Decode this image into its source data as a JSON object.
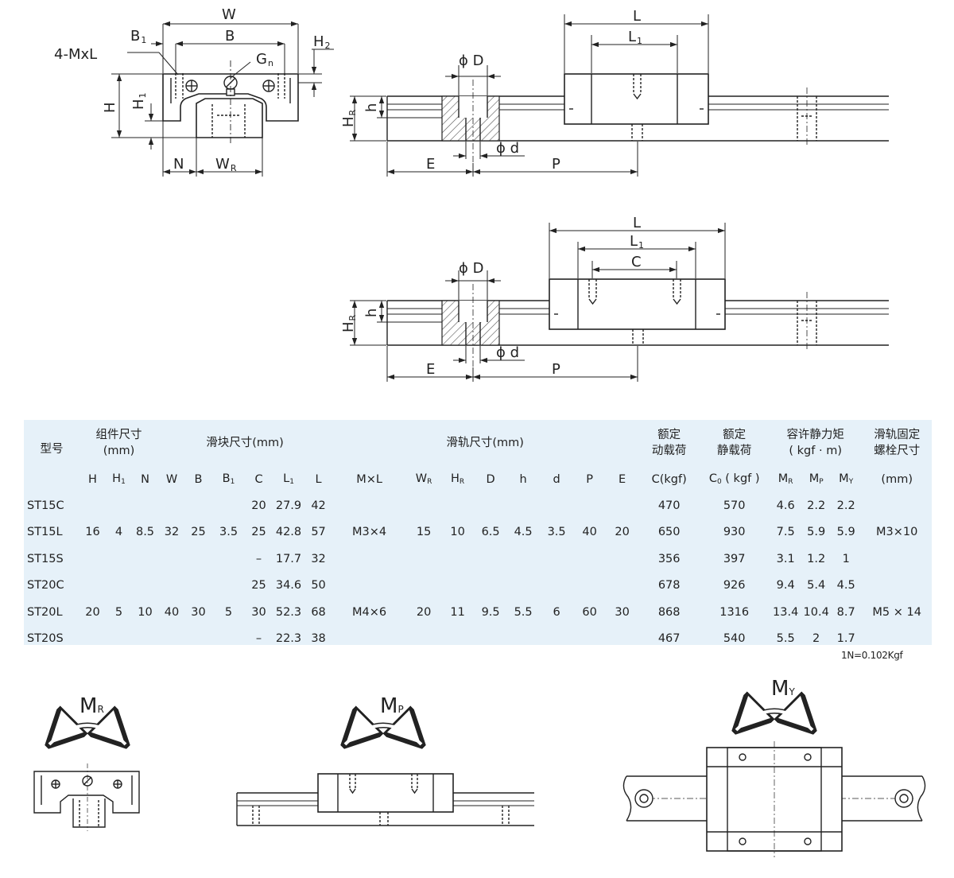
{
  "top_diagram": {
    "labels": {
      "W": "W",
      "B1": "B",
      "B1_sub": "1",
      "B": "B",
      "mxl": "4-MxL",
      "H2": "H",
      "H2_sub": "2",
      "Gn": "G",
      "Gn_sub": "n",
      "H": "H",
      "H1": "H",
      "H1_sub": "1",
      "N": "N",
      "WR": "W",
      "WR_sub": "R"
    }
  },
  "side_diagram_1": {
    "labels": {
      "L": "L",
      "L1": "L",
      "L1_sub": "1",
      "phiD": "ϕ D",
      "HR": "H",
      "HR_sub": "R",
      "h": "h",
      "phid": "ϕ d",
      "E": "E",
      "P": "P"
    }
  },
  "side_diagram_2": {
    "labels": {
      "L": "L",
      "L1": "L",
      "L1_sub": "1",
      "C": "C",
      "phiD": "ϕ D",
      "HR": "H",
      "HR_sub": "R",
      "h": "h",
      "phid": "ϕ d",
      "E": "E",
      "P": "P"
    }
  },
  "table": {
    "groups": {
      "model": "型号",
      "assembly": "组件尺寸",
      "assembly_unit": "(mm)",
      "block": "滑块尺寸(mm)",
      "rail": "滑轨尺寸(mm)",
      "dynamic_l1": "额定",
      "dynamic_l2": "动载荷",
      "static_l1": "额定",
      "static_l2": "静载荷",
      "moment_l1": "容许静力矩",
      "moment_l2": "( kgf · m)",
      "bolt_l1": "滑轨固定",
      "bolt_l2": "螺栓尺寸"
    },
    "sub_headers": {
      "H": "H",
      "H1": "H",
      "H1_sub": "1",
      "N": "N",
      "W": "W",
      "B": "B",
      "B1": "B",
      "B1_sub": "1",
      "C": "C",
      "L1": "L",
      "L1_sub": "1",
      "L": "L",
      "MxL": "M×L",
      "WR": "W",
      "WR_sub": "R",
      "HR": "H",
      "HR_sub": "R",
      "D": "D",
      "h": "h",
      "d": "d",
      "P": "P",
      "E": "E",
      "Ckgf": "C(kgf)",
      "C0": "C",
      "C0_sub": "0",
      "C0_unit": " ( kgf )",
      "MR": "M",
      "MR_sub": "R",
      "MP": "M",
      "MP_sub": "P",
      "MY": "M",
      "MY_sub": "Y",
      "mm": "(mm)"
    },
    "groups_data": [
      {
        "H": "16",
        "H1": "4",
        "N": "8.5",
        "W": "32",
        "B": "25",
        "B1": "3.5",
        "MxL": "M3×4",
        "WR": "15",
        "HR": "10",
        "D": "6.5",
        "h": "4.5",
        "d": "3.5",
        "P": "40",
        "E": "20",
        "bolt": "M3×10",
        "rows": [
          {
            "model": "ST15C",
            "C": "20",
            "L1": "27.9",
            "L": "42",
            "Cd": "470",
            "C0": "570",
            "MR": "4.6",
            "MP": "2.2",
            "MY": "2.2"
          },
          {
            "model": "ST15L",
            "C": "25",
            "L1": "42.8",
            "L": "57",
            "Cd": "650",
            "C0": "930",
            "MR": "7.5",
            "MP": "5.9",
            "MY": "5.9"
          },
          {
            "model": "ST15S",
            "C": "–",
            "L1": "17.7",
            "L": "32",
            "Cd": "356",
            "C0": "397",
            "MR": "3.1",
            "MP": "1.2",
            "MY": "1"
          }
        ]
      },
      {
        "H": "20",
        "H1": "5",
        "N": "10",
        "W": "40",
        "B": "30",
        "B1": "5",
        "MxL": "M4×6",
        "WR": "20",
        "HR": "11",
        "D": "9.5",
        "h": "5.5",
        "d": "6",
        "P": "60",
        "E": "30",
        "bolt": "M5 × 14",
        "rows": [
          {
            "model": "ST20C",
            "C": "25",
            "L1": "34.6",
            "L": "50",
            "Cd": "678",
            "C0": "926",
            "MR": "9.4",
            "MP": "5.4",
            "MY": "4.5"
          },
          {
            "model": "ST20L",
            "C": "30",
            "L1": "52.3",
            "L": "68",
            "Cd": "868",
            "C0": "1316",
            "MR": "13.4",
            "MP": "10.4",
            "MY": "8.7"
          },
          {
            "model": "ST20S",
            "C": "–",
            "L1": "22.3",
            "L": "38",
            "Cd": "467",
            "C0": "540",
            "MR": "5.5",
            "MP": "2",
            "MY": "1.7"
          }
        ]
      }
    ],
    "note": "1N=0.102Kgf"
  },
  "moments": {
    "MR": "M",
    "MR_sub": "R",
    "MP": "M",
    "MP_sub": "P",
    "MY": "M",
    "MY_sub": "Y"
  }
}
